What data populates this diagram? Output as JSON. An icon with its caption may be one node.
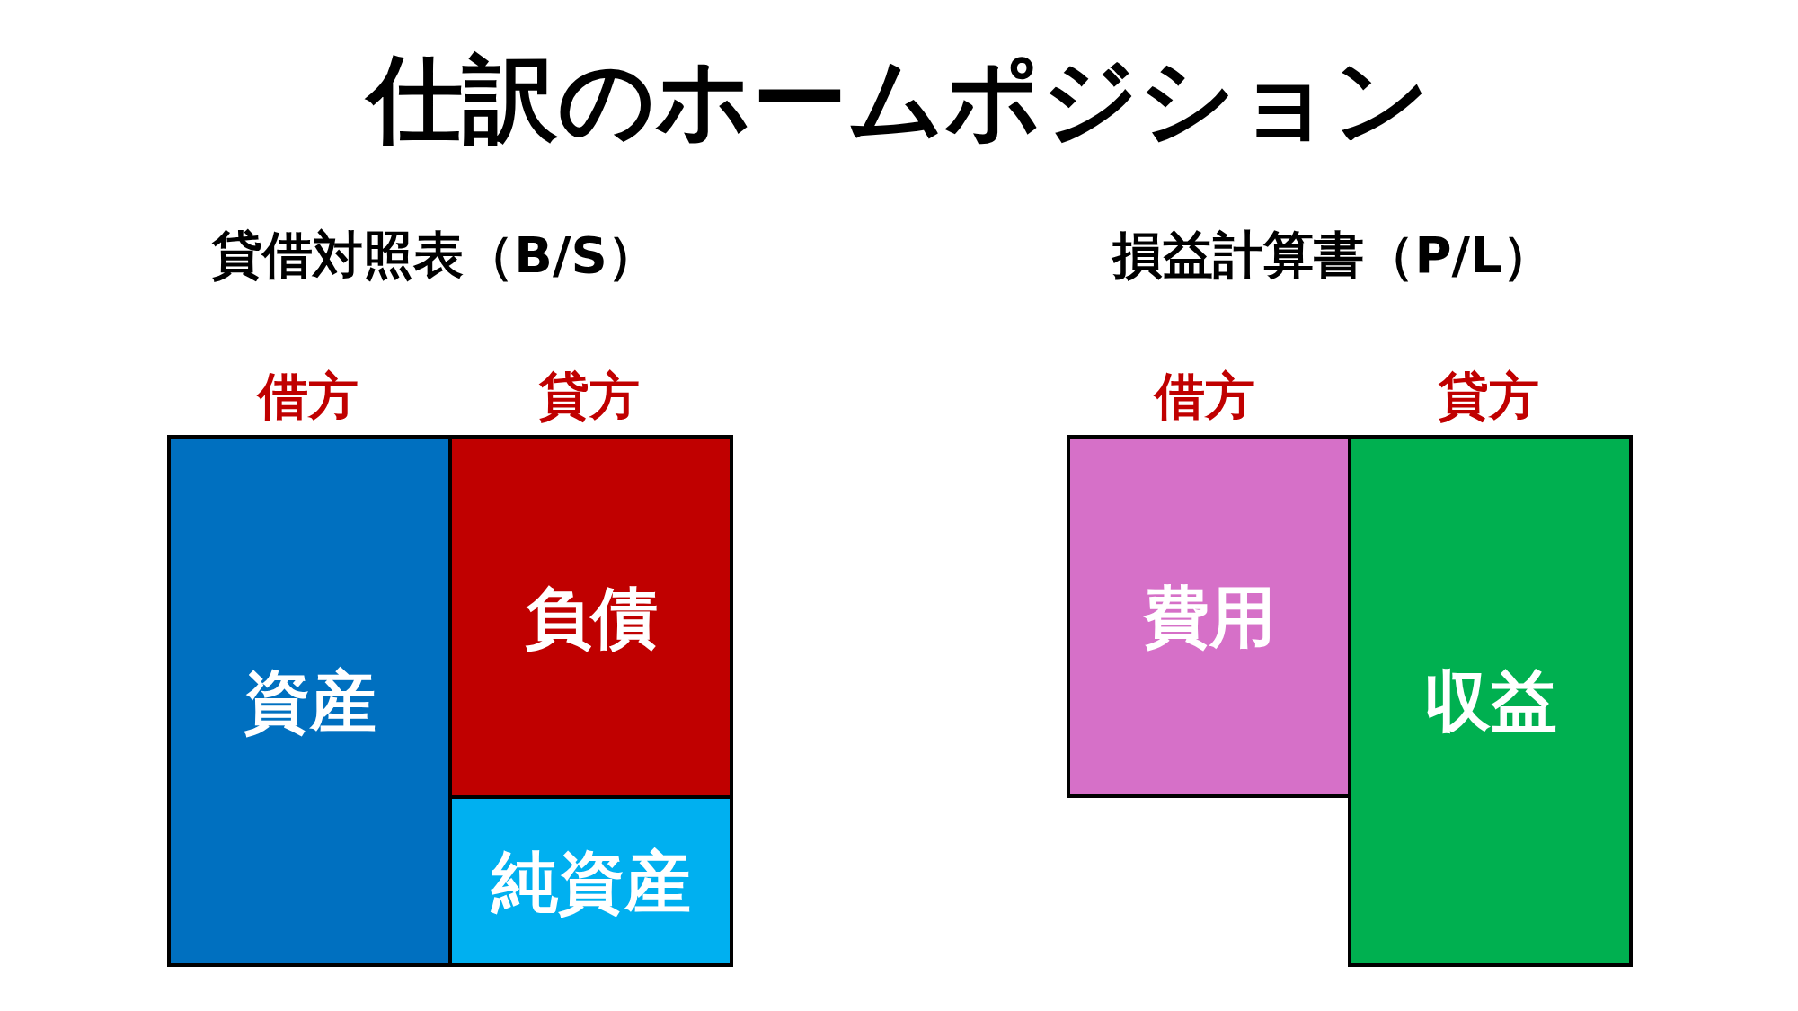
{
  "diagram": {
    "title": "仕訳のホームポジション",
    "nodes": [
      {
        "text": [
          "資産"
        ]
      },
      {
        "text": [
          "負債"
        ]
      },
      {
        "text": [
          "純資産"
        ]
      },
      {
        "text": [
          "費用"
        ]
      },
      {
        "text": [
          "収益"
        ]
      }
    ],
    "labels": [
      "貸借対照表（B/S）",
      "損益計算書（P/L）",
      "借方",
      "貸方",
      "借方",
      "貸方"
    ]
  }
}
